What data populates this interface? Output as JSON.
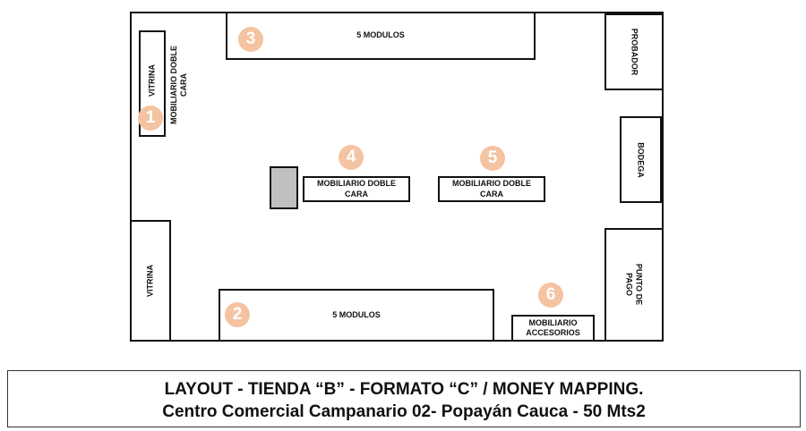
{
  "areas": {
    "vitrina_top": "VITRINA",
    "mobiliario_1": "MOBILIARIO DOBLE CARA",
    "modulos_top": "5 MODULOS",
    "probador": "PROBADOR",
    "bodega": "BODEGA",
    "mobiliario_4": "MOBILIARIO DOBLE CARA",
    "mobiliario_5": "MOBILIARIO DOBLE CARA",
    "vitrina_bottom": "VITRINA",
    "modulos_bottom": "5 MODULOS",
    "accesorios": "MOBILIARIO ACCESORIOS",
    "punto_pago": "PUNTO DE PAGO"
  },
  "markers": [
    "1",
    "2",
    "3",
    "4",
    "5",
    "6"
  ],
  "colors": {
    "marker": "#f4c3a1",
    "fixture": "#c0c0c0"
  },
  "title": {
    "line1": "LAYOUT - TIENDA “B” - FORMATO “C” / MONEY MAPPING.",
    "line2": "Centro Comercial Campanario 02- Popayán Cauca - 50 Mts2"
  }
}
